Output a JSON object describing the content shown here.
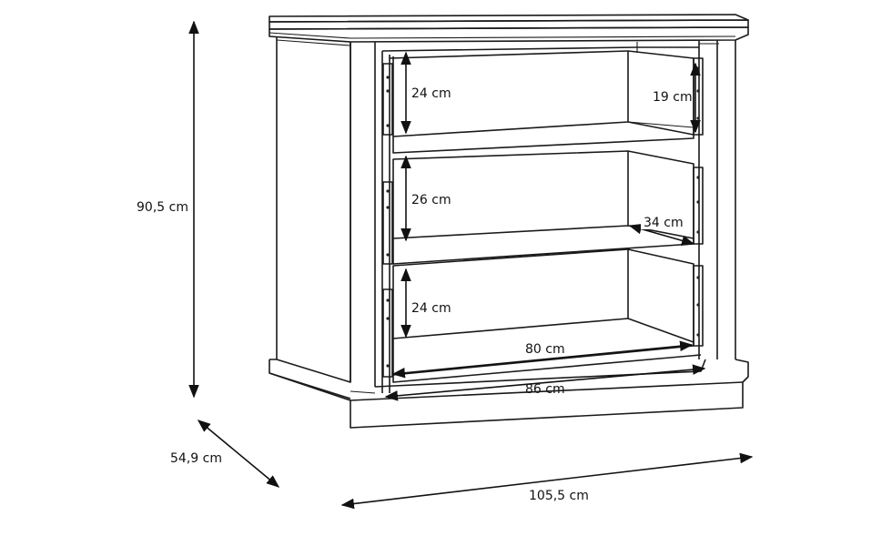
{
  "dimensions": {
    "height": "90,5 cm",
    "depth": "54,9 cm",
    "width": "105,5 cm",
    "drawer_top_height": "24 cm",
    "drawer_middle_height": "26 cm",
    "drawer_bottom_height": "24 cm",
    "top_inner_depth": "19 cm",
    "middle_inner_depth": "34 cm",
    "inner_width": "80 cm",
    "opening_width": "86 cm"
  }
}
